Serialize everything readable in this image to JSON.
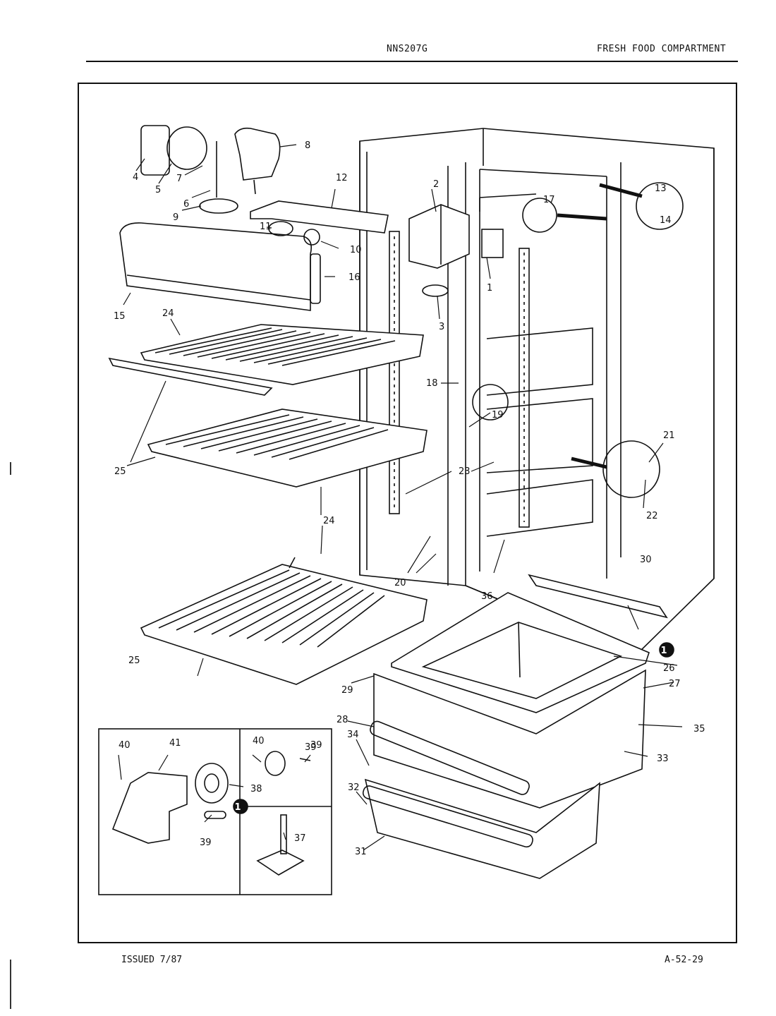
{
  "header": {
    "model": "NNS207G",
    "title": "FRESH FOOD COMPARTMENT"
  },
  "footer": {
    "issued": "ISSUED 7/87",
    "code": "A-52-29"
  },
  "callout_numbers": [
    "1",
    "2",
    "3",
    "4",
    "5",
    "6",
    "7",
    "8",
    "9",
    "10",
    "11",
    "12",
    "13",
    "14",
    "15",
    "16",
    "17",
    "18",
    "19",
    "20",
    "21",
    "22",
    "23",
    "24",
    "25",
    "26",
    "27",
    "28",
    "29",
    "30",
    "31",
    "32",
    "33",
    "34",
    "35",
    "36",
    "37",
    "38",
    "39",
    "40",
    "41"
  ],
  "inset_marker": "1"
}
